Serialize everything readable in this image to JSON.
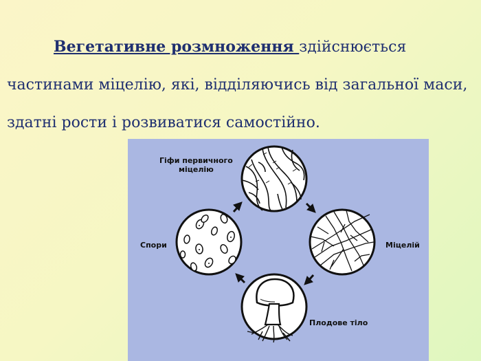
{
  "text": {
    "heading": "Вегетативне розмноження ",
    "body": "здійснюється частинами міцелію, які, відділяючись від загальної маси, здатні рости і розвиватися самостійно."
  },
  "figure": {
    "labels": {
      "primary_hyphae_line1": "Гіфи первичного",
      "primary_hyphae_line2": "міцелію",
      "mycelium": "Міцелій",
      "fruiting_body": "Плодове тіло",
      "spores": "Спори"
    }
  }
}
